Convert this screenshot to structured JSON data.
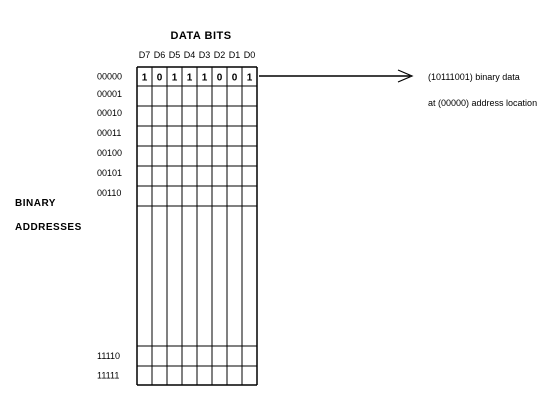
{
  "title": "DATA BITS",
  "side_label": [
    "BINARY",
    "ADDRESSES"
  ],
  "column_headers": [
    "D7",
    "D6",
    "D5",
    "D4",
    "D3",
    "D2",
    "D1",
    "D0"
  ],
  "rows": [
    {
      "address": "00000",
      "bits": [
        "1",
        "0",
        "1",
        "1",
        "1",
        "0",
        "0",
        "1"
      ]
    },
    {
      "address": "00001",
      "bits": []
    },
    {
      "address": "00010",
      "bits": []
    },
    {
      "address": "00011",
      "bits": []
    },
    {
      "address": "00100",
      "bits": []
    },
    {
      "address": "00101",
      "bits": []
    },
    {
      "address": "00110",
      "bits": []
    },
    {
      "address": "11110",
      "bits": []
    },
    {
      "address": "11111",
      "bits": []
    }
  ],
  "annotation": {
    "line1": "(10111001) binary data",
    "line2": "at (00000) address location"
  }
}
